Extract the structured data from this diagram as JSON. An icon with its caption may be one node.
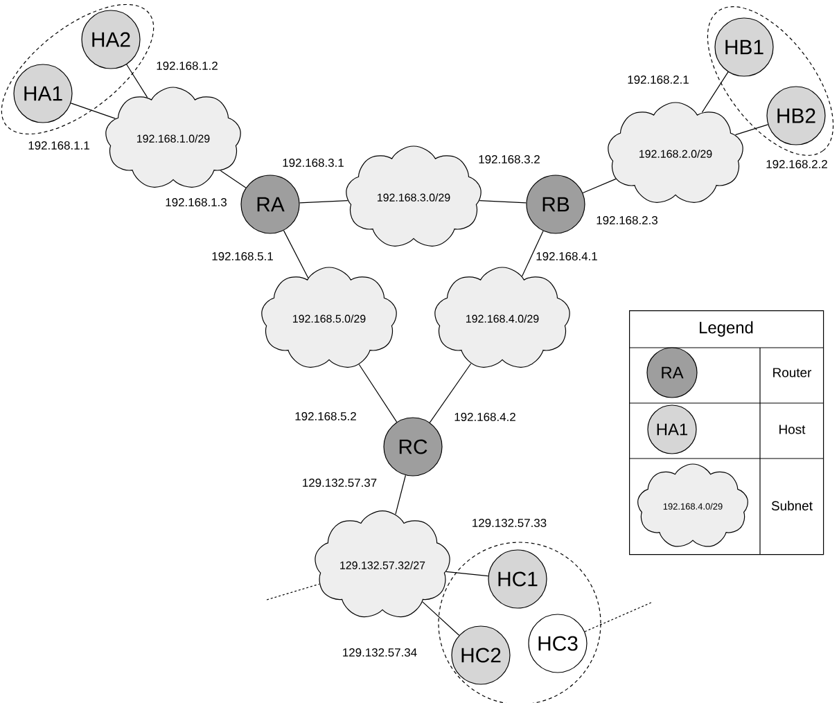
{
  "diagram": {
    "nodes": [
      {
        "text": [],
        "shape": "ellipse"
      },
      {
        "text": [
          "HA2"
        ],
        "in": 0
      },
      {
        "text": [
          "HA1"
        ],
        "in": 0
      },
      {
        "text": [
          "192.168.1.0/29"
        ]
      },
      {
        "text": [],
        "shape": "ellipse"
      },
      {
        "text": [
          "HB1"
        ],
        "in": 4
      },
      {
        "text": [
          "HB2"
        ],
        "in": 4
      },
      {
        "text": [
          "192.168.2.0/29"
        ]
      },
      {
        "text": [
          "RA"
        ]
      },
      {
        "text": [
          "192.168.3.0/29"
        ]
      },
      {
        "text": [
          "RB"
        ]
      },
      {
        "text": [
          "192.168.5.0/29"
        ]
      },
      {
        "text": [
          "192.168.4.0/29"
        ]
      },
      {
        "text": [
          "RC"
        ]
      },
      {
        "text": [
          "129.132.57.32/27"
        ]
      },
      {
        "text": [],
        "shape": "circle"
      },
      {
        "text": [
          "HC1"
        ],
        "in": 15
      },
      {
        "text": [
          "HC2"
        ],
        "in": 15
      },
      {
        "text": [
          "HC3"
        ],
        "in": 15
      },
      {
        "text": [
          "Legend"
        ]
      },
      {
        "text": [
          "RA"
        ],
        "in": 19
      },
      {
        "text": [
          "HA1"
        ],
        "in": 19
      },
      {
        "text": [
          "192.168.4.0/29"
        ],
        "in": 19
      }
    ],
    "edges": [
      {
        "from": 2,
        "to": 3,
        "arrow": "none"
      },
      {
        "from": 1,
        "to": 3,
        "arrow": "none"
      },
      {
        "from": 3,
        "to": 8,
        "arrow": "none"
      },
      {
        "from": 8,
        "to": 9,
        "arrow": "none"
      },
      {
        "from": 9,
        "to": 10,
        "arrow": "none"
      },
      {
        "from": 10,
        "to": 7,
        "arrow": "none"
      },
      {
        "from": 7,
        "to": 5,
        "arrow": "none"
      },
      {
        "from": 7,
        "to": 6,
        "arrow": "none"
      },
      {
        "from": 8,
        "to": 11,
        "arrow": "none"
      },
      {
        "from": 10,
        "to": 12,
        "arrow": "none"
      },
      {
        "from": 11,
        "to": 13,
        "arrow": "none"
      },
      {
        "from": 12,
        "to": 13,
        "arrow": "none"
      },
      {
        "from": 13,
        "to": 14,
        "arrow": "none"
      },
      {
        "from": 14,
        "to": 16,
        "arrow": "none"
      },
      {
        "from": 14,
        "to": 17,
        "arrow": "none"
      },
      {
        "from": null,
        "to": 14,
        "arrow": "none",
        "style": "dashed"
      },
      {
        "from": 18,
        "to": null,
        "arrow": "none",
        "style": "dashed"
      }
    ],
    "labels": [
      "192.168.1.2",
      "192.168.2.1",
      "192.168.1.1",
      "192.168.3.1",
      "192.168.3.2",
      "192.168.2.2",
      "192.168.1.3",
      "192.168.2.3",
      "192.168.5.1",
      "192.168.4.1",
      "192.168.5.2",
      "192.168.4.2",
      "129.132.57.37",
      "129.132.57.33",
      "129.132.57.34"
    ],
    "legend": [
      {
        "text": "Router"
      },
      {
        "text": "Host"
      },
      {
        "text": "Subnet"
      }
    ]
  }
}
